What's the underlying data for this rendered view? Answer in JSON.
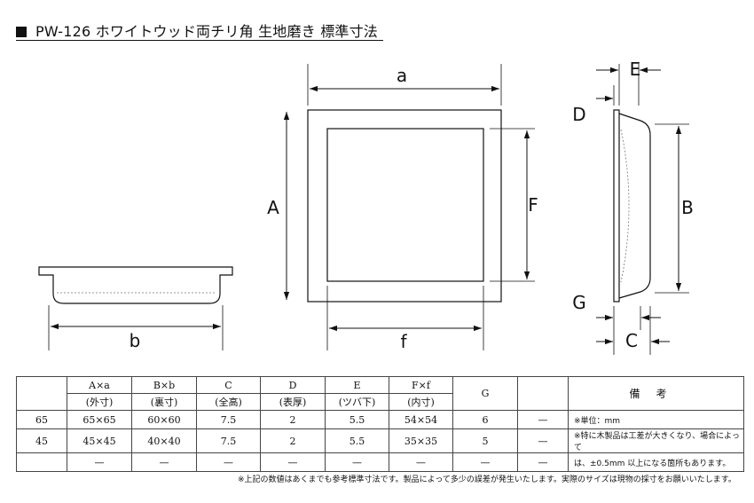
{
  "title": "PW-126 ホワイトウッド両チリ角 生地磨き 標準寸法",
  "labels": {
    "a": "a",
    "A": "A",
    "F": "F",
    "f": "f",
    "b": "b",
    "E": "E",
    "D": "D",
    "B": "B",
    "G": "G",
    "C": "C"
  },
  "table": {
    "headers": [
      {
        "top": "",
        "bottom": ""
      },
      {
        "top": "A×a",
        "bottom": "(外寸)"
      },
      {
        "top": "B×b",
        "bottom": "(裏寸)"
      },
      {
        "top": "C",
        "bottom": "(全高)"
      },
      {
        "top": "D",
        "bottom": "(表厚)"
      },
      {
        "top": "E",
        "bottom": "(ツバ下)"
      },
      {
        "top": "F×f",
        "bottom": "(内寸)"
      },
      {
        "top": "G",
        "bottom": ""
      },
      {
        "top": "",
        "bottom": ""
      }
    ],
    "remarks_header": "備考",
    "rows": [
      [
        "65",
        "65×65",
        "60×60",
        "7.5",
        "2",
        "5.5",
        "54×54",
        "6",
        "—"
      ],
      [
        "45",
        "45×45",
        "40×40",
        "7.5",
        "2",
        "5.5",
        "35×35",
        "5",
        "—"
      ],
      [
        "",
        "—",
        "—",
        "—",
        "—",
        "—",
        "—",
        "—",
        "—"
      ]
    ],
    "remarks": [
      "※単位：mm",
      "※特に木製品は工差が大きくなり、場合によって",
      "は、±0.5mm 以上になる箇所もあります。"
    ]
  },
  "footnote": "※上記の数値はあくまでも参考標準寸法です。製品によって多少の誤差が発生いたします。実際のサイズは現物の採寸をお願いいたします。"
}
